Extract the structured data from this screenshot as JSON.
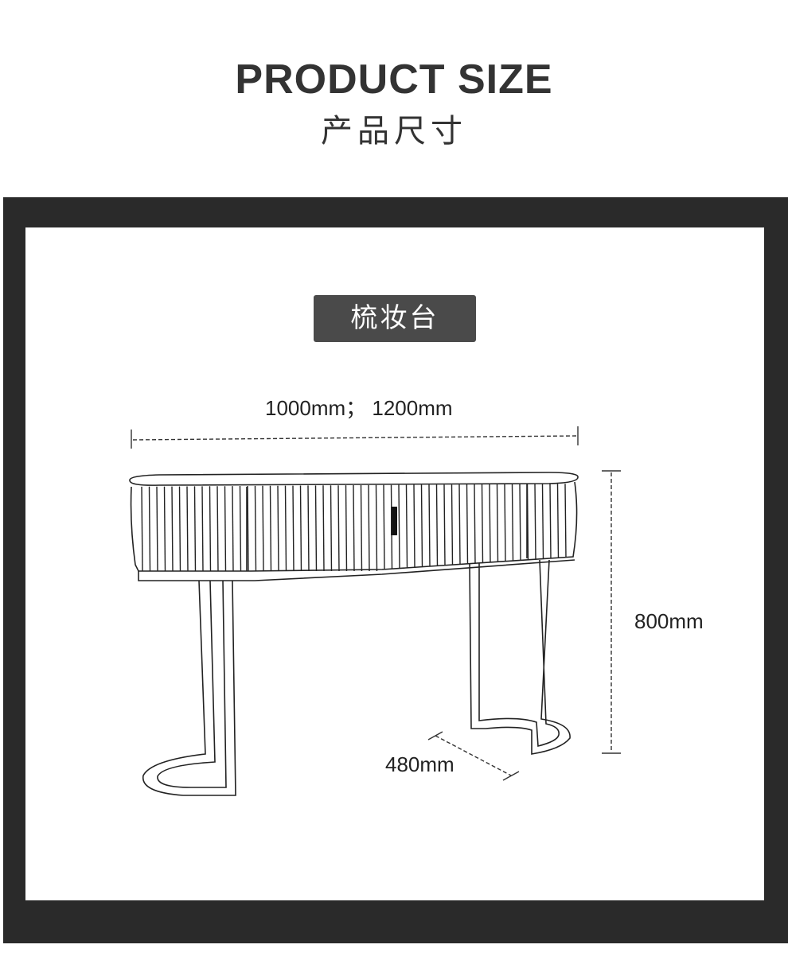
{
  "header": {
    "title_en": "PRODUCT SIZE",
    "title_cn": "产品尺寸"
  },
  "product": {
    "name": "梳妆台",
    "dimensions": {
      "width": "1000mm；  1200mm",
      "height": "800mm",
      "depth": "480mm"
    }
  },
  "colors": {
    "frame": "#2a2a2a",
    "tag": "#4a4a4a",
    "line": "#222222",
    "text": "#333333"
  }
}
